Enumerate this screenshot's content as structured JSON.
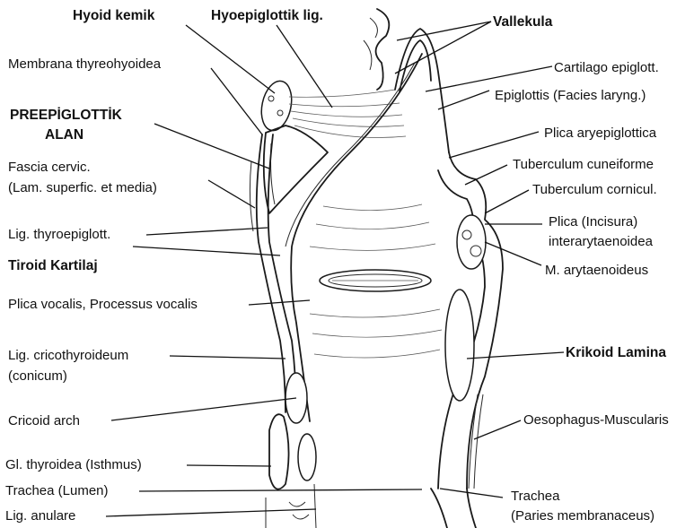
{
  "figure": {
    "background": "#ffffff",
    "ink": "#111111"
  },
  "labels": {
    "hyoid_kemik": "Hyoid kemik",
    "hyoepiglottik_lig": "Hyoepiglottik lig.",
    "vallekula": "Vallekula",
    "membrana_thyreohyoidea": "Membrana thyreohyoidea",
    "cartilago_epiglott": "Cartilago epiglott.",
    "epiglottis_facies": "Epiglottis (Facies laryng.)",
    "preepiglottik_line1": "PREEPİGLOTTİK",
    "preepiglottik_line2": "ALAN",
    "plica_aryepiglottica": "Plica aryepiglottica",
    "fascia_line1": "Fascia cervic.",
    "fascia_line2": "(Lam. superfic. et media)",
    "tuberculum_cuneiforme": "Tuberculum cuneiforme",
    "tuberculum_cornicul": "Tuberculum cornicul.",
    "lig_thyroepiglott": "Lig. thyroepiglott.",
    "plica_incisura_line1": "Plica (Incisura)",
    "plica_incisura_line2": "interarytaenoidea",
    "tiroid_kartilaj": "Tiroid Kartilaj",
    "m_arytaenoideus": "M. arytaenoideus",
    "plica_vocalis": "Plica vocalis, Processus vocalis",
    "lig_cricothyroideum_line1": "Lig. cricothyroideum",
    "lig_cricothyroideum_line2": "(conicum)",
    "krikoid_lamina": "Krikoid Lamina",
    "cricoid_arch": "Cricoid arch",
    "oesophagus_muscularis": "Oesophagus-Muscularis",
    "gl_thyroidea": "Gl. thyroidea (Isthmus)",
    "trachea_lumen": "Trachea (Lumen)",
    "trachea_line1": "Trachea",
    "trachea_line2": "(Paries membranaceus)",
    "lig_anulare": "Lig. anulare"
  }
}
